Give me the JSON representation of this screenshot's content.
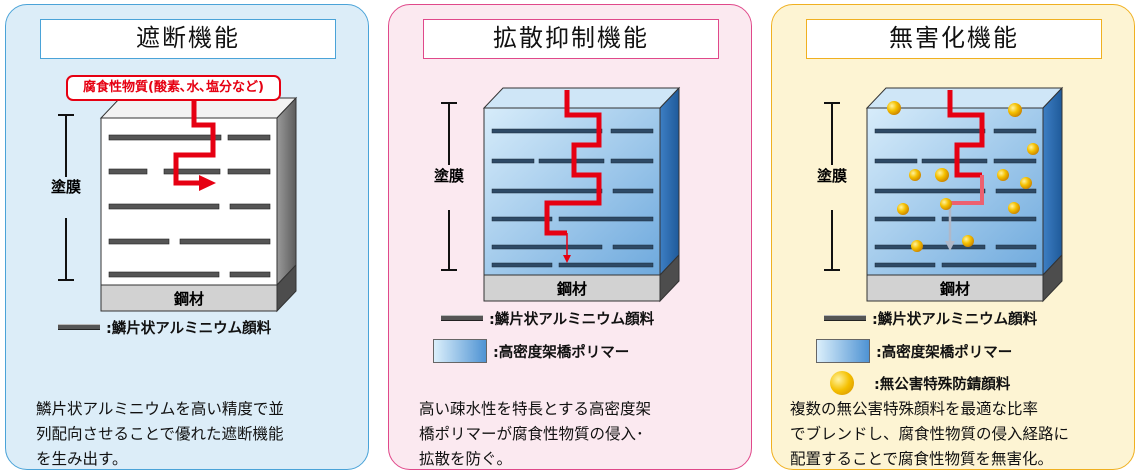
{
  "panels": [
    {
      "title": "遮断機能",
      "corrosive_label": "腐食性物質(酸素､水､塩分など)",
      "coating_label": "塗膜",
      "substrate_label": "鋼材",
      "legend": [
        {
          "icon": "flake-line",
          "text": ":鱗片状アルミニウム顔料"
        }
      ],
      "description": [
        "鱗片状アルミニウムを高い精度で並",
        "列配向させることで優れた遮断機能",
        "を生み出す。"
      ]
    },
    {
      "title": "拡散抑制機能",
      "coating_label": "塗膜",
      "substrate_label": "鋼材",
      "legend": [
        {
          "icon": "flake-line",
          "text": ":鱗片状アルミニウム顔料"
        },
        {
          "icon": "polymer-box",
          "text": ":高密度架橋ポリマー"
        }
      ],
      "description": [
        "高い疎水性を特長とする高密度架",
        "橋ポリマーが腐食性物質の侵入･",
        "拡散を防ぐ。"
      ]
    },
    {
      "title": "無害化機能",
      "coating_label": "塗膜",
      "substrate_label": "鋼材",
      "legend": [
        {
          "icon": "flake-line",
          "text": ":鱗片状アルミニウム顔料"
        },
        {
          "icon": "polymer-box",
          "text": ":高密度架橋ポリマー"
        },
        {
          "icon": "pigment-dot",
          "text": ":無公害特殊防錆顔料"
        }
      ],
      "description": [
        "複数の無公害特殊顔料を最適な比率",
        "でブレンドし、腐食性物質の侵入経路に",
        "配置することで腐食性物質を無害化。"
      ]
    }
  ],
  "colors": {
    "panel1_border": "#4aa3d8",
    "panel2_border": "#e0488a",
    "panel3_border": "#f0b020",
    "arrow": "#e60012",
    "polymer": "#4f93d3",
    "pigment": "#f5c000"
  }
}
